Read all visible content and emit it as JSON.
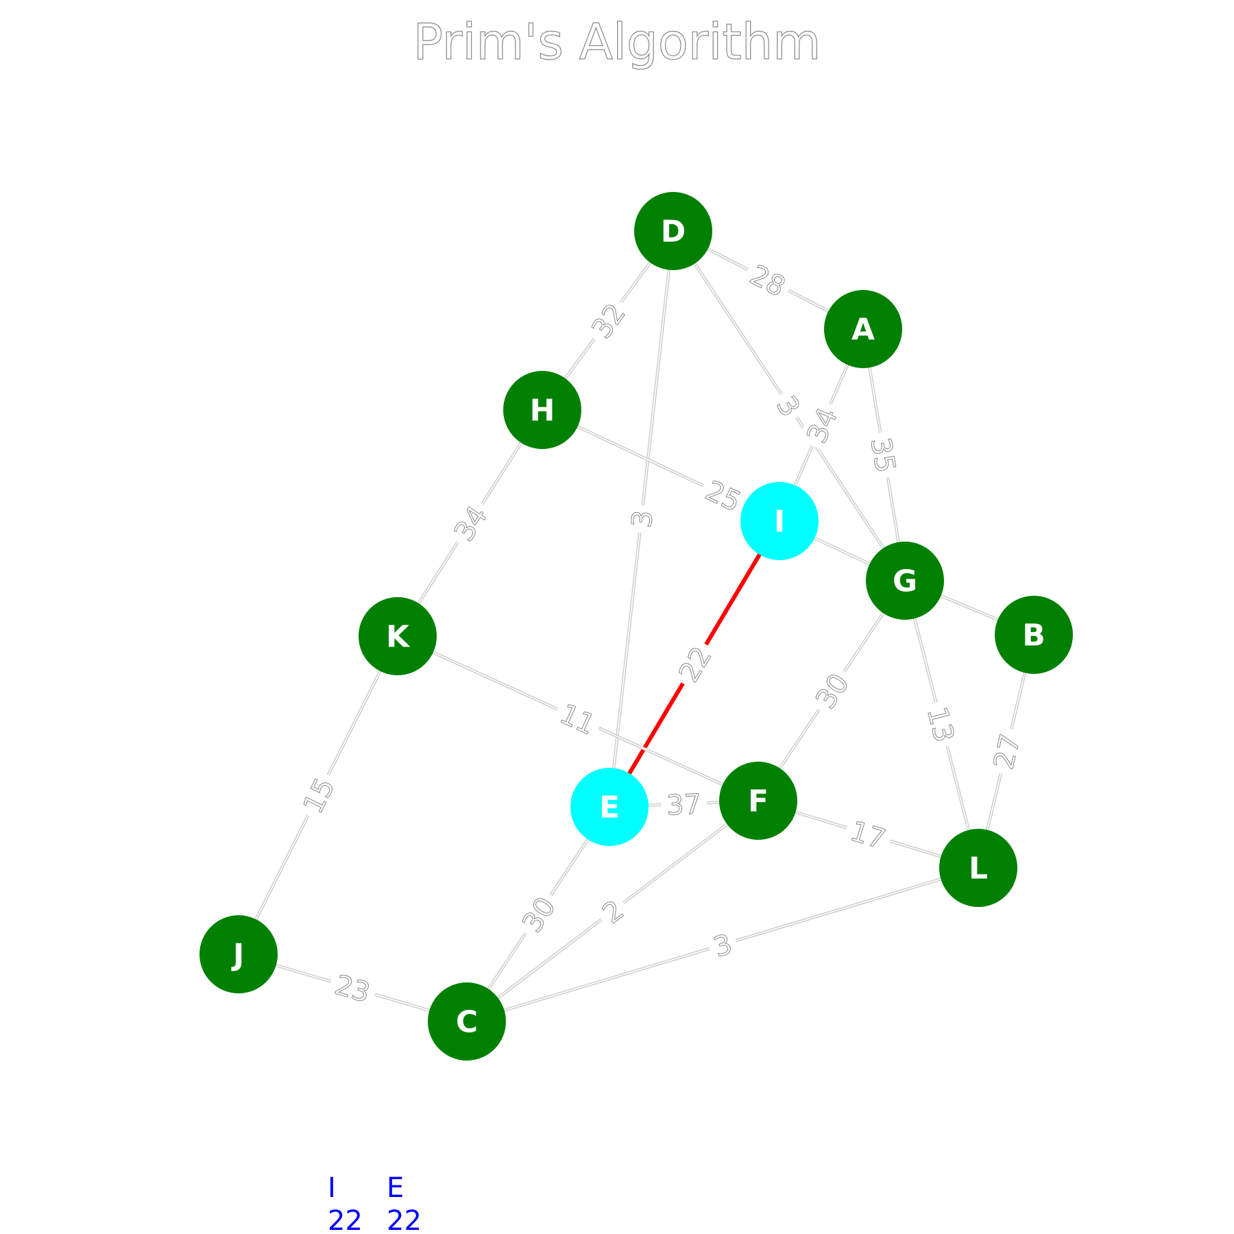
{
  "title": "Prim's Algorithm",
  "colors": {
    "visited": "#008000",
    "current": "#00ffff",
    "active_edge": "#ff0000",
    "edge": "#999999",
    "caption": "#0000ff"
  },
  "graph": {
    "nodes": [
      {
        "id": "D",
        "state": "visited"
      },
      {
        "id": "A",
        "state": "visited"
      },
      {
        "id": "H",
        "state": "visited"
      },
      {
        "id": "I",
        "state": "current"
      },
      {
        "id": "G",
        "state": "visited"
      },
      {
        "id": "B",
        "state": "visited"
      },
      {
        "id": "K",
        "state": "visited"
      },
      {
        "id": "E",
        "state": "current"
      },
      {
        "id": "F",
        "state": "visited"
      },
      {
        "id": "L",
        "state": "visited"
      },
      {
        "id": "J",
        "state": "visited"
      },
      {
        "id": "C",
        "state": "visited"
      }
    ],
    "edges": [
      {
        "from": "D",
        "to": "A",
        "weight": "28"
      },
      {
        "from": "D",
        "to": "H",
        "weight": "32"
      },
      {
        "from": "D",
        "to": "E",
        "weight": "3"
      },
      {
        "from": "D",
        "to": "G",
        "weight": "3"
      },
      {
        "from": "A",
        "to": "I",
        "weight": "34"
      },
      {
        "from": "A",
        "to": "G",
        "weight": "35"
      },
      {
        "from": "H",
        "to": "G",
        "weight": "25"
      },
      {
        "from": "H",
        "to": "K",
        "weight": "34"
      },
      {
        "from": "I",
        "to": "E",
        "weight": "22",
        "active": true
      },
      {
        "from": "G",
        "to": "B",
        "weight": ""
      },
      {
        "from": "G",
        "to": "F",
        "weight": "30"
      },
      {
        "from": "G",
        "to": "L",
        "weight": "13"
      },
      {
        "from": "B",
        "to": "L",
        "weight": "27"
      },
      {
        "from": "K",
        "to": "F",
        "weight": "11"
      },
      {
        "from": "K",
        "to": "J",
        "weight": "15"
      },
      {
        "from": "E",
        "to": "F",
        "weight": "37"
      },
      {
        "from": "E",
        "to": "C",
        "weight": "30"
      },
      {
        "from": "F",
        "to": "L",
        "weight": "17"
      },
      {
        "from": "F",
        "to": "C",
        "weight": "2"
      },
      {
        "from": "L",
        "to": "C",
        "weight": "3"
      },
      {
        "from": "J",
        "to": "C",
        "weight": "23"
      }
    ]
  },
  "caption": {
    "labels": [
      "I",
      "E"
    ],
    "values": [
      "22",
      "22"
    ]
  }
}
